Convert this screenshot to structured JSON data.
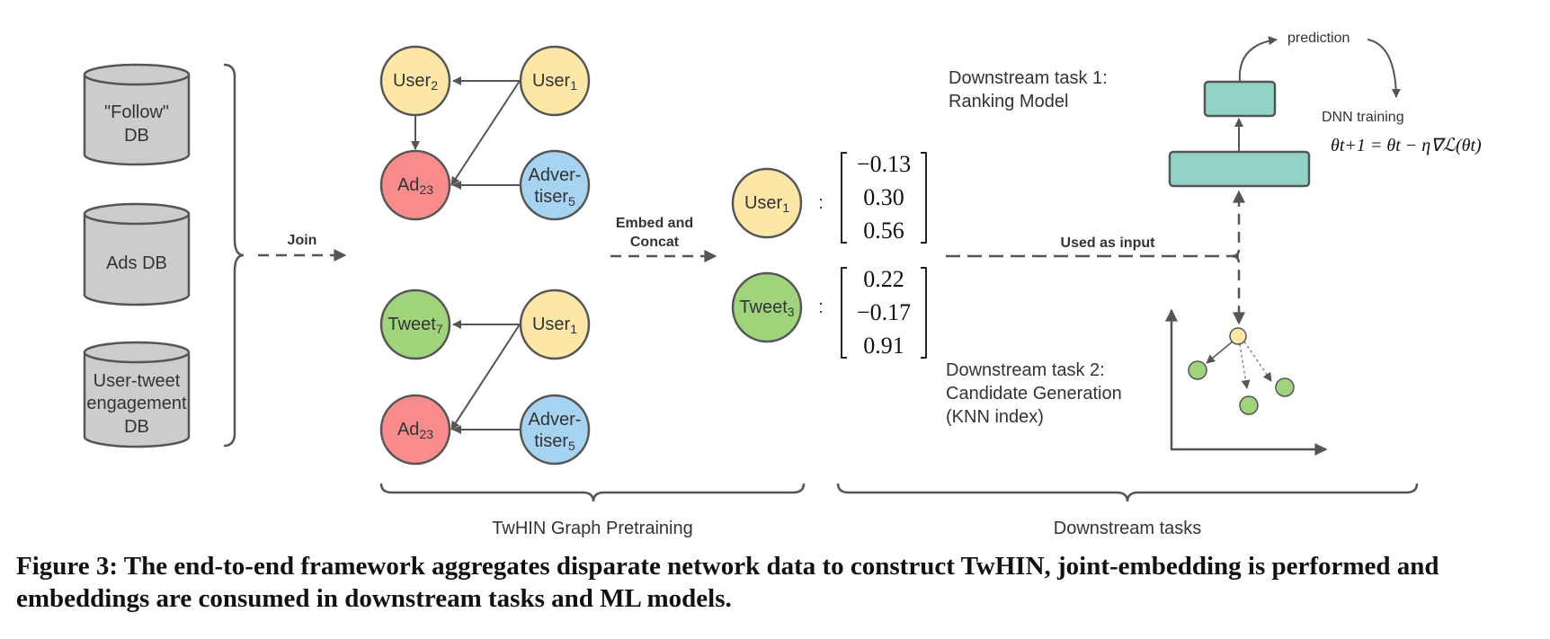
{
  "databases": {
    "follow_line1": "\"Follow\"",
    "follow_line2": "DB",
    "ads": "Ads DB",
    "engagement_line1": "User-tweet",
    "engagement_line2": "engagement",
    "engagement_line3": "DB"
  },
  "arrows": {
    "join": "Join",
    "embed_line1": "Embed and",
    "embed_line2": "Concat",
    "used_as_input": "Used as input"
  },
  "graph_top": {
    "user2": {
      "base": "User",
      "sub": "2"
    },
    "user1": {
      "base": "User",
      "sub": "1"
    },
    "ad23": {
      "base": "Ad",
      "sub": "23"
    },
    "advertiser_line1": "Adver-",
    "advertiser_line2": {
      "base": "tiser",
      "sub": "5"
    }
  },
  "graph_bottom": {
    "tweet7": {
      "base": "Tweet",
      "sub": "7"
    },
    "user1": {
      "base": "User",
      "sub": "1"
    },
    "ad23": {
      "base": "Ad",
      "sub": "23"
    },
    "advertiser_line1": "Adver-",
    "advertiser_line2": {
      "base": "tiser",
      "sub": "5"
    }
  },
  "embeddings": {
    "user1": {
      "base": "User",
      "sub": "1",
      "colon": ":",
      "values": [
        "−0.13",
        "0.30",
        "0.56"
      ]
    },
    "tweet3": {
      "base": "Tweet",
      "sub": "3",
      "colon": ":",
      "values": [
        "0.22",
        "−0.17",
        "0.91"
      ]
    }
  },
  "tasks": {
    "task1_line1": "Downstream task 1:",
    "task1_line2": "Ranking Model",
    "prediction": "prediction",
    "dnn_training": "DNN training",
    "formula": "θt+1 = θt − η∇ℒ(θt)",
    "task2_line1": "Downstream task 2:",
    "task2_line2": "Candidate Generation",
    "task2_line3": "(KNN index)"
  },
  "sections": {
    "pretraining": "TwHIN Graph Pretraining",
    "downstream": "Downstream tasks"
  },
  "caption": "Figure 3: The end-to-end framework aggregates disparate network data to construct TwHIN, joint-embedding is performed and embeddings are consumed in downstream tasks and ML models.",
  "colors": {
    "user": "#fde7a6",
    "ad": "#f88c8c",
    "advertiser": "#a6d3f2",
    "tweet": "#9fd47c",
    "db": "#cccccc",
    "dnn": "#93d3c7",
    "stroke": "#555555"
  }
}
